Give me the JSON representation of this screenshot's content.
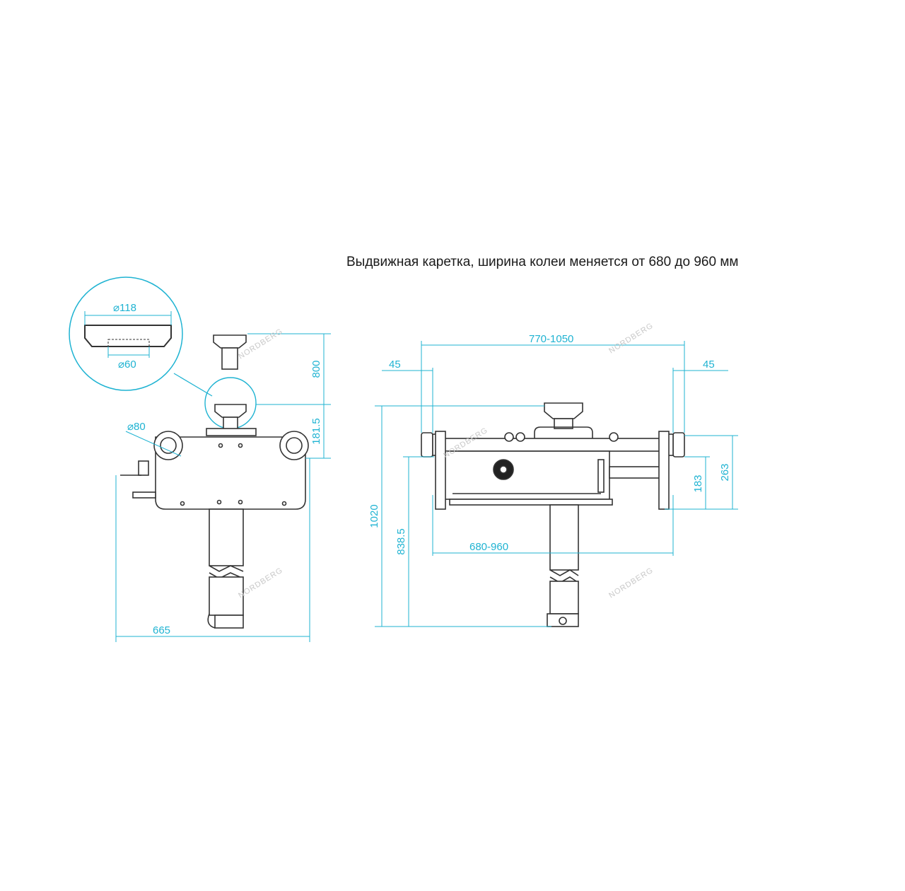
{
  "caption": "Выдвижная каретка, ширина колеи меняется от 680 до 960 мм",
  "watermark": "NORDBERG",
  "colors": {
    "dimension": "#1fb3d2",
    "drawing": "#333333"
  },
  "detail": {
    "outer_diameter": "⌀118",
    "inner_diameter": "⌀60"
  },
  "side_view": {
    "roller_diameter": "⌀80",
    "height_top": "800",
    "height_bottom": "181.5",
    "width": "665"
  },
  "front_view": {
    "width_outer": "770-1050",
    "left_offset": "45",
    "right_offset": "45",
    "height_total": "1020",
    "height_mid": "838.5",
    "track_width": "680-960",
    "height_183": "183",
    "height_263": "263"
  }
}
